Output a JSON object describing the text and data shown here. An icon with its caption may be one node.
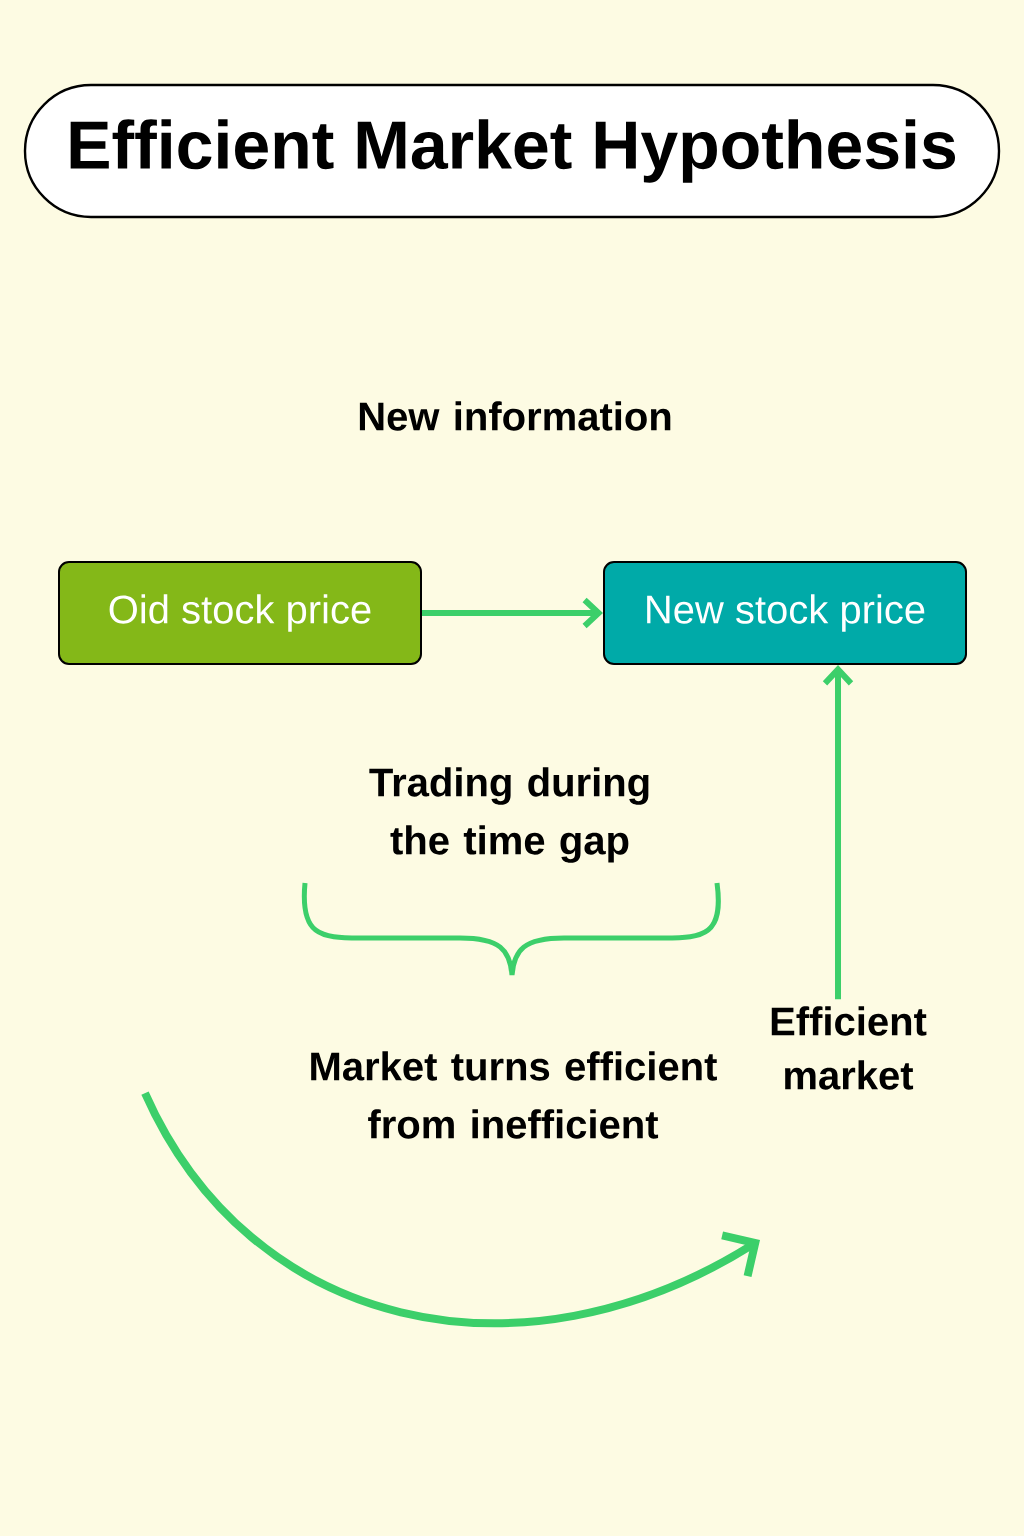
{
  "diagram": {
    "title": "Efficient Market Hypothesis",
    "nodes": [
      {
        "text": [
          "Oid stock price"
        ]
      },
      {
        "text": [
          "New stock price"
        ]
      },
      {
        "text": [
          "Efficient market"
        ]
      }
    ],
    "edges": [
      {
        "from": 0,
        "to": 1,
        "arrow": "to"
      },
      {
        "from": 2,
        "to": 1,
        "arrow": "to"
      }
    ],
    "labels": [
      "New information",
      "Trading during the time gap",
      "Market turns efficient from inefficient"
    ]
  }
}
